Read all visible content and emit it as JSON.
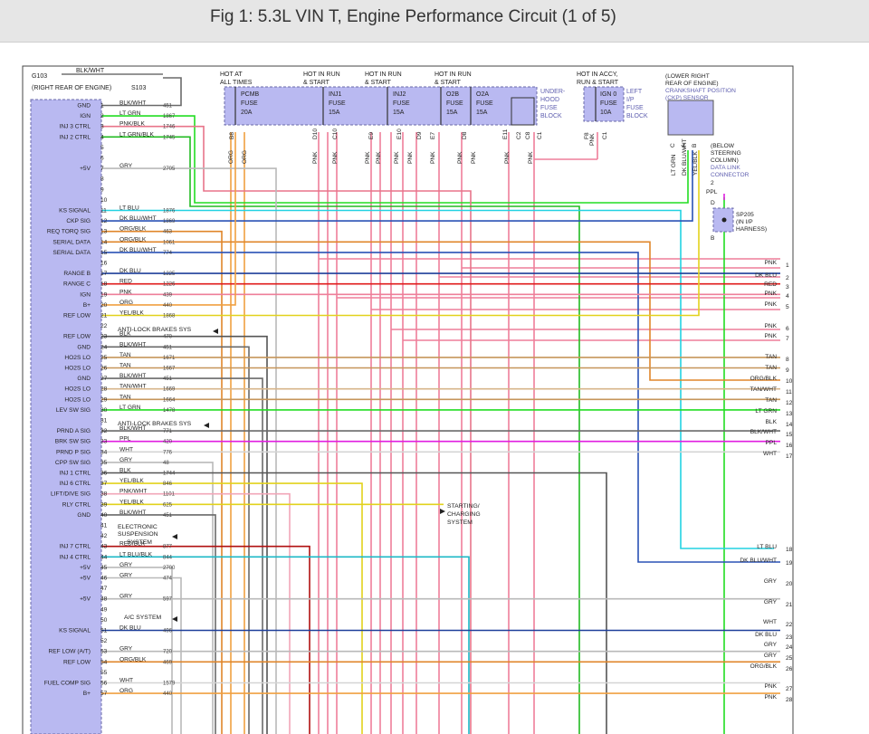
{
  "title": "Fig 1: 5.3L VIN T, Engine Performance Circuit (1 of 5)",
  "colors": {
    "PNK": "#ee7f9a",
    "DK BLU": "#1e3f9a",
    "RED": "#e01b1b",
    "ORG": "#f0a040",
    "YEL/BLK": "#e2d21c",
    "TAN": "#c6955a",
    "BLK": "#555555",
    "LT GRN": "#22dd22",
    "LT BLU": "#22d2e2",
    "PPL": "#e01ee0",
    "GRY": "#b9b9b9",
    "WHT": "#d4d4d4",
    "ORG/BLK": "#e0862a",
    "DK BLU/WHT": "#2a52b5",
    "TAN/WHT": "#d7b48a",
    "BLK/WHT": "#6a6a6a",
    "LT GRN/BLK": "#22bb22",
    "RED/BLK": "#b01010",
    "PNK/BLK": "#e8748a",
    "PNK/WHT": "#f2a6b8",
    "LT BLU/BLK": "#1cb8c6",
    "YEL": "#e2d21c"
  },
  "ground": {
    "name": "G103",
    "wire": "BLK/WHT",
    "location": "(RIGHT REAR OF ENGINE)",
    "splice": "S103"
  },
  "fuse_groups": [
    {
      "label": [
        "HOT AT",
        "ALL TIMES"
      ]
    },
    {
      "label": [
        "HOT IN RUN",
        "& START"
      ]
    },
    {
      "label": [
        "HOT IN RUN",
        "& START"
      ]
    },
    {
      "label": [
        "HOT IN RUN",
        "& START"
      ]
    },
    {
      "label": [
        "HOT IN ACCY,",
        "RUN & START"
      ]
    }
  ],
  "fuses": [
    {
      "name": "PCMB",
      "type": "FUSE",
      "rating": "20A"
    },
    {
      "name": "INJ1",
      "type": "FUSE",
      "rating": "15A"
    },
    {
      "name": "INJ2",
      "type": "FUSE",
      "rating": "15A"
    },
    {
      "name": "O2B",
      "type": "FUSE",
      "rating": "15A"
    },
    {
      "name": "O2A",
      "type": "FUSE",
      "rating": "15A"
    },
    {
      "name": "IGN 0",
      "type": "FUSE",
      "rating": "10A"
    }
  ],
  "underhood_block": [
    "UNDER-",
    "HOOD",
    "FUSE",
    "BLOCK"
  ],
  "ip_block": [
    "LEFT",
    "I/P",
    "FUSE",
    "BLOCK"
  ],
  "fuse_pins": [
    "B8",
    "D10",
    "C10",
    "E9",
    "E10",
    "D9",
    "E7",
    "D8",
    "E11",
    "C2",
    "C8",
    "C1",
    "F8",
    "C1"
  ],
  "pnk_labels": [
    "PNK",
    "PNK",
    "PNK",
    "PNK",
    "PNK",
    "PNK",
    "PNK",
    "PNK",
    "PNK",
    "PNK",
    "PNK"
  ],
  "org_labels": [
    "ORG",
    "ORG"
  ],
  "ckp": {
    "label": [
      "(LOWER RIGHT",
      "REAR OF ENGINE)",
      "CRANKSHAFT POSITION",
      "(CKP) SENSOR"
    ],
    "pins": [
      "C",
      "A",
      "B"
    ],
    "wires": [
      "LT GRN",
      "DK BLU/WHT",
      "YEL/BLK"
    ]
  },
  "dlc": {
    "label": [
      "(BELOW",
      "STEERING",
      "COLUMN)",
      "DATA LINK",
      "CONNECTOR"
    ],
    "pin": "2",
    "wire": "PPL"
  },
  "splice": {
    "name": "SP205",
    "location": [
      "(IN I/P",
      "HARNESS)"
    ],
    "pins": [
      "D",
      "B"
    ]
  },
  "pcm_pins": [
    {
      "n": "1",
      "sig": "GND",
      "wire": "BLK/WHT",
      "ckt": "451"
    },
    {
      "n": "2",
      "sig": "IGN",
      "wire": "LT GRN",
      "ckt": "1867"
    },
    {
      "n": "3",
      "sig": "INJ 3 CTRL",
      "wire": "PNK/BLK",
      "ckt": "1746"
    },
    {
      "n": "4",
      "sig": "INJ 2 CTRL",
      "wire": "LT GRN/BLK",
      "ckt": "1745"
    },
    {
      "n": "5",
      "sig": "",
      "wire": "",
      "ckt": ""
    },
    {
      "n": "6",
      "sig": "",
      "wire": "",
      "ckt": ""
    },
    {
      "n": "7",
      "sig": "+5V",
      "wire": "GRY",
      "ckt": "2705"
    },
    {
      "n": "8",
      "sig": "",
      "wire": "",
      "ckt": ""
    },
    {
      "n": "9",
      "sig": "",
      "wire": "",
      "ckt": ""
    },
    {
      "n": "10",
      "sig": "",
      "wire": "",
      "ckt": ""
    },
    {
      "n": "11",
      "sig": "KS SIGNAL",
      "wire": "LT BLU",
      "ckt": "1876"
    },
    {
      "n": "12",
      "sig": "CKP SIG",
      "wire": "DK BLU/WHT",
      "ckt": "1869"
    },
    {
      "n": "13",
      "sig": "REQ TORQ SIG",
      "wire": "ORG/BLK",
      "ckt": "463"
    },
    {
      "n": "14",
      "sig": "SERIAL DATA",
      "wire": "ORG/BLK",
      "ckt": "1061"
    },
    {
      "n": "15",
      "sig": "SERIAL DATA",
      "wire": "DK BLU/WHT",
      "ckt": "774"
    },
    {
      "n": "16",
      "sig": "",
      "wire": "",
      "ckt": ""
    },
    {
      "n": "17",
      "sig": "RANGE B",
      "wire": "DK BLU",
      "ckt": "1225"
    },
    {
      "n": "18",
      "sig": "RANGE C",
      "wire": "RED",
      "ckt": "1226"
    },
    {
      "n": "19",
      "sig": "IGN",
      "wire": "PNK",
      "ckt": "439"
    },
    {
      "n": "20",
      "sig": "B+",
      "wire": "ORG",
      "ckt": "440"
    },
    {
      "n": "21",
      "sig": "REF LOW",
      "wire": "YEL/BLK",
      "ckt": "1868"
    },
    {
      "n": "22",
      "sig": "",
      "wire": "",
      "ckt": ""
    },
    {
      "n": "23",
      "sig": "REF LOW",
      "wire": "BLK",
      "ckt": "470"
    },
    {
      "n": "24",
      "sig": "GND",
      "wire": "BLK/WHT",
      "ckt": "451"
    },
    {
      "n": "25",
      "sig": "HO2S LO",
      "wire": "TAN",
      "ckt": "1671"
    },
    {
      "n": "26",
      "sig": "HO2S LO",
      "wire": "TAN",
      "ckt": "1667"
    },
    {
      "n": "27",
      "sig": "GND",
      "wire": "BLK/WHT",
      "ckt": "451"
    },
    {
      "n": "28",
      "sig": "HO2S LO",
      "wire": "TAN/WHT",
      "ckt": "1669"
    },
    {
      "n": "29",
      "sig": "HO2S LO",
      "wire": "TAN",
      "ckt": "1664"
    },
    {
      "n": "30",
      "sig": "LEV SW SIG",
      "wire": "LT GRN",
      "ckt": "1478"
    },
    {
      "n": "31",
      "sig": "",
      "wire": "",
      "ckt": ""
    },
    {
      "n": "32",
      "sig": "PRND A SIG",
      "wire": "BLK/WHT",
      "ckt": "771"
    },
    {
      "n": "33",
      "sig": "BRK SW SIG",
      "wire": "PPL",
      "ckt": "420"
    },
    {
      "n": "34",
      "sig": "PRND P SIG",
      "wire": "WHT",
      "ckt": "776"
    },
    {
      "n": "35",
      "sig": "CPP SW SIG",
      "wire": "GRY",
      "ckt": "48"
    },
    {
      "n": "36",
      "sig": "INJ 1 CTRL",
      "wire": "BLK",
      "ckt": "1744"
    },
    {
      "n": "37",
      "sig": "INJ 6 CTRL",
      "wire": "YEL/BLK",
      "ckt": "846"
    },
    {
      "n": "38",
      "sig": "LIFT/DIVE SIG",
      "wire": "PNK/WHT",
      "ckt": "1101"
    },
    {
      "n": "39",
      "sig": "RLY CTRL",
      "wire": "YEL/BLK",
      "ckt": "625"
    },
    {
      "n": "40",
      "sig": "GND",
      "wire": "BLK/WHT",
      "ckt": "451"
    },
    {
      "n": "41",
      "sig": "",
      "wire": "",
      "ckt": ""
    },
    {
      "n": "42",
      "sig": "",
      "wire": "",
      "ckt": ""
    },
    {
      "n": "43",
      "sig": "INJ 7 CTRL",
      "wire": "RED/BLK",
      "ckt": "877"
    },
    {
      "n": "44",
      "sig": "INJ 4 CTRL",
      "wire": "LT BLU/BLK",
      "ckt": "844"
    },
    {
      "n": "45",
      "sig": "+5V",
      "wire": "GRY",
      "ckt": "2700"
    },
    {
      "n": "46",
      "sig": "+5V",
      "wire": "GRY",
      "ckt": "474"
    },
    {
      "n": "47",
      "sig": "",
      "wire": "",
      "ckt": ""
    },
    {
      "n": "48",
      "sig": "+5V",
      "wire": "GRY",
      "ckt": "597"
    },
    {
      "n": "49",
      "sig": "",
      "wire": "",
      "ckt": ""
    },
    {
      "n": "50",
      "sig": "",
      "wire": "",
      "ckt": ""
    },
    {
      "n": "51",
      "sig": "KS SIGNAL",
      "wire": "DK BLU",
      "ckt": "496"
    },
    {
      "n": "52",
      "sig": "",
      "wire": "",
      "ckt": ""
    },
    {
      "n": "53",
      "sig": "REF LOW (A/T)",
      "wire": "GRY",
      "ckt": "720"
    },
    {
      "n": "54",
      "sig": "REF LOW",
      "wire": "ORG/BLK",
      "ckt": "469"
    },
    {
      "n": "55",
      "sig": "",
      "wire": "",
      "ckt": ""
    },
    {
      "n": "56",
      "sig": "FUEL COMP SIG",
      "wire": "WHT",
      "ckt": "1579"
    },
    {
      "n": "57",
      "sig": "B+",
      "wire": "ORG",
      "ckt": "440"
    }
  ],
  "callouts": [
    {
      "text": "ANTI-LOCK BRAKES SYS"
    },
    {
      "text": "ANTI-LOCK BRAKES SYS"
    },
    {
      "text": "ELECTRONIC"
    },
    {
      "text": "SUSPENSION"
    },
    {
      "text": "SYSTEM"
    },
    {
      "text": "A/C SYSTEM"
    },
    {
      "text": "STARTING/"
    },
    {
      "text": "CHARGING"
    },
    {
      "text": "SYSTEM"
    }
  ],
  "right_terms": [
    {
      "n": "1",
      "wire": "PNK"
    },
    {
      "n": "2",
      "wire": "DK BLU"
    },
    {
      "n": "3",
      "wire": "RED"
    },
    {
      "n": "4",
      "wire": "PNK"
    },
    {
      "n": "5",
      "wire": "PNK"
    },
    {
      "n": "6",
      "wire": "PNK"
    },
    {
      "n": "7",
      "wire": "PNK"
    },
    {
      "n": "8",
      "wire": "TAN"
    },
    {
      "n": "9",
      "wire": "TAN"
    },
    {
      "n": "10",
      "wire": "ORG/BLK"
    },
    {
      "n": "11",
      "wire": "TAN/WHT"
    },
    {
      "n": "12",
      "wire": "TAN"
    },
    {
      "n": "13",
      "wire": "LT GRN"
    },
    {
      "n": "14",
      "wire": "BLK"
    },
    {
      "n": "15",
      "wire": "BLK/WHT"
    },
    {
      "n": "16",
      "wire": "PPL"
    },
    {
      "n": "17",
      "wire": "WHT"
    },
    {
      "n": "18",
      "wire": "LT BLU"
    },
    {
      "n": "19",
      "wire": "DK BLU/WHT"
    },
    {
      "n": "20",
      "wire": "GRY"
    },
    {
      "n": "21",
      "wire": "GRY"
    },
    {
      "n": "22",
      "wire": "WHT"
    },
    {
      "n": "23",
      "wire": "DK BLU"
    },
    {
      "n": "24",
      "wire": "GRY"
    },
    {
      "n": "25",
      "wire": "GRY"
    },
    {
      "n": "26",
      "wire": "ORG/BLK"
    },
    {
      "n": "27",
      "wire": "PNK"
    },
    {
      "n": "28",
      "wire": "PNK"
    }
  ]
}
